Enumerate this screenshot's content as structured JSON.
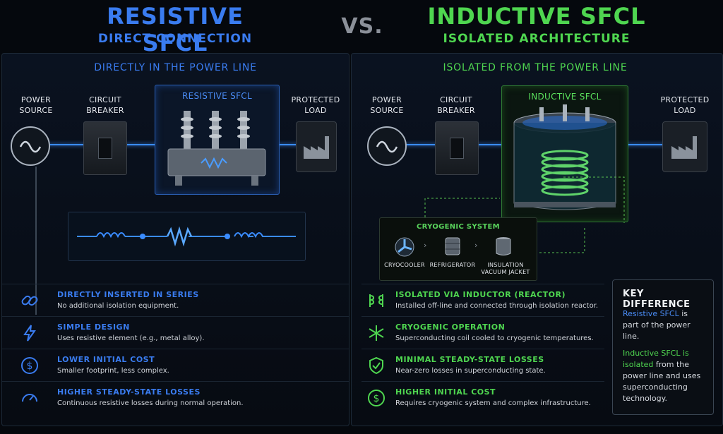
{
  "header": {
    "left_title": "RESISTIVE SFCL",
    "left_subtitle": "DIRECT CONNECTION",
    "vs": "VS.",
    "right_title": "INDUCTIVE SFCL",
    "right_subtitle": "ISOLATED ARCHITECTURE"
  },
  "left": {
    "heading": "DIRECTLY IN THE POWER LINE",
    "power_source": "POWER\nSOURCE",
    "breaker": "CIRCUIT\nBREAKER",
    "device": "RESISTIVE SFCL",
    "load": "PROTECTED\nLOAD",
    "features": [
      {
        "title": "DIRECTLY INSERTED IN SERIES",
        "desc": "No additional isolation equipment.",
        "icon": "link-icon"
      },
      {
        "title": "SIMPLE DESIGN",
        "desc": "Uses resistive element (e.g., metal alloy).",
        "icon": "lightning-icon"
      },
      {
        "title": "LOWER INITIAL COST",
        "desc": "Smaller footprint, less complex.",
        "icon": "dollar-icon"
      },
      {
        "title": "HIGHER STEADY-STATE LOSSES",
        "desc": "Continuous resistive losses during normal operation.",
        "icon": "gauge-icon"
      }
    ]
  },
  "right": {
    "heading": "ISOLATED FROM THE POWER LINE",
    "power_source": "POWER\nSOURCE",
    "breaker": "CIRCUIT\nBREAKER",
    "device": "INDUCTIVE SFCL",
    "load": "PROTECTED\nLOAD",
    "cryo": {
      "title": "CRYOGENIC SYSTEM",
      "items": [
        "CRYOCOOLER",
        "REFRIGERATOR",
        "INSULATION\nVACUUM JACKET"
      ]
    },
    "features": [
      {
        "title": "ISOLATED VIA INDUCTOR (REACTOR)",
        "desc": "Installed off-line and connected through isolation reactor.",
        "icon": "inductor-icon"
      },
      {
        "title": "CRYOGENIC OPERATION",
        "desc": "Superconducting coil cooled to cryogenic temperatures.",
        "icon": "snowflake-icon"
      },
      {
        "title": "MINIMAL STEADY-STATE LOSSES",
        "desc": "Near-zero losses in superconducting state.",
        "icon": "shield-check-icon"
      },
      {
        "title": "HIGHER INITIAL COST",
        "desc": "Requires cryogenic system and complex infrastructure.",
        "icon": "dollar-icon"
      }
    ]
  },
  "key_difference": {
    "title": "KEY DIFFERENCE",
    "p1_highlight": "Resistive SFCL",
    "p1_rest": " is part of the power line.",
    "p2_highlight": "Inductive SFCL is isolated",
    "p2_rest": " from the power line and uses superconducting technology."
  },
  "colors": {
    "blue": "#3a7cf0",
    "green": "#4fd650"
  }
}
